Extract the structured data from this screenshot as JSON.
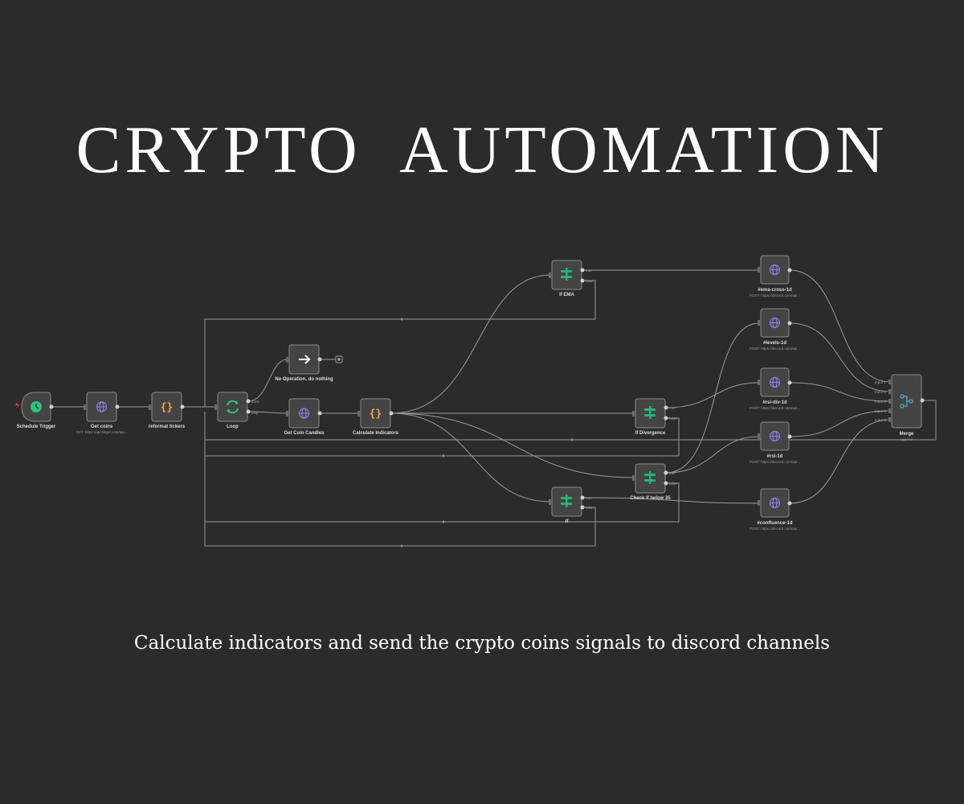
{
  "title": "CRYPTO  AUTOMATION",
  "subtitle": "Calculate indicators and send the crypto coins signals to discord channels",
  "colors": {
    "background": "#2b2b2b",
    "node_fill": "#444444",
    "node_border": "#8a8a8a",
    "connection": "#9a9a9a",
    "http_icon": "#8c7fd8",
    "if_icon": "#22b573",
    "code_icon": "#f0a64a",
    "trigger_icon": "#2ec07a",
    "trigger_bolt": "#e05a3a",
    "loop_icon": "#2ec07a",
    "merge_icon": "#4aa8c8"
  },
  "nodes": {
    "schedule_trigger": {
      "label": "Schedule Trigger",
      "icon": "clock-icon"
    },
    "get_coins": {
      "label": "Get coins",
      "sub": "GET: https://api.bitget.com/api...",
      "icon": "globe-icon"
    },
    "reformat_tickers": {
      "label": "reformat tickers",
      "icon": "code-icon",
      "glyph": "{}"
    },
    "loop": {
      "label": "Loop",
      "icon": "loop-icon",
      "port_done": "done",
      "port_loop": "loop"
    },
    "no_op": {
      "label": "No Operation, do nothing",
      "icon": "arrow-right-icon"
    },
    "get_coin_candles": {
      "label": "Get Coin Candles",
      "icon": "globe-icon"
    },
    "calculate_indicators": {
      "label": "Calculate Indicators",
      "icon": "code-icon",
      "glyph": "{}"
    },
    "if_ema": {
      "label": "If EMA",
      "icon": "if-icon",
      "port_true": "true",
      "port_false": "false"
    },
    "if_divergence": {
      "label": "If Divergence",
      "icon": "if-icon",
      "port_true": "true",
      "port_false": "false"
    },
    "check_below": {
      "label": "Check if below 35",
      "icon": "if-icon",
      "port_true": "true",
      "port_false": "false"
    },
    "if_plain": {
      "label": "If",
      "icon": "if-icon",
      "port_true": "true",
      "port_false": "false"
    },
    "ema_cross": {
      "label": "#ema-cross-1d",
      "sub": "POST: https://discord.com/api...",
      "icon": "globe-icon"
    },
    "levels": {
      "label": "#levels-1d",
      "sub": "POST: https://discord.com/api...",
      "icon": "globe-icon"
    },
    "rsi_div": {
      "label": "#rsi-div-1d",
      "sub": "POST: https://discord.com/api...",
      "icon": "globe-icon"
    },
    "rsi": {
      "label": "#rsi-1d",
      "sub": "POST: https://discord.com/api...",
      "icon": "globe-icon"
    },
    "confluence": {
      "label": "#confluence-1d",
      "sub": "POST: https://discord.com/api...",
      "icon": "globe-icon"
    },
    "merge": {
      "label": "Merge",
      "sub": "append",
      "icon": "merge-icon",
      "inputs": [
        "Input 1",
        "Input 2",
        "Input 3",
        "Input 4",
        "Input 5"
      ]
    }
  }
}
